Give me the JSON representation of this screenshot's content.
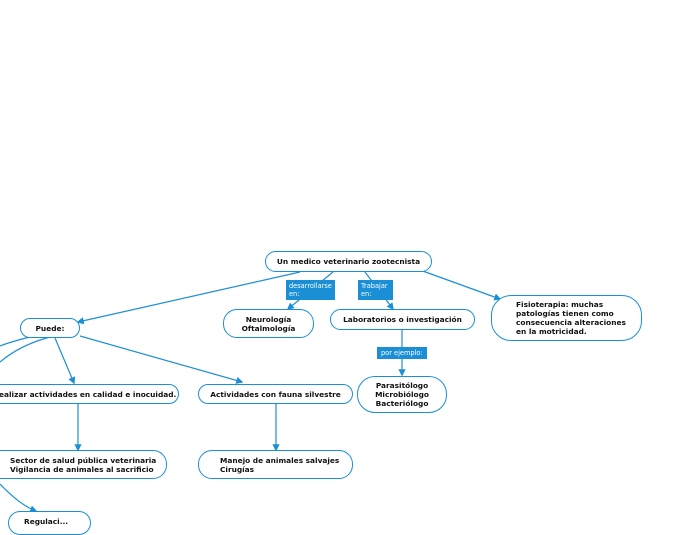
{
  "colors": {
    "accent": "#1b8fd6",
    "text": "#111111",
    "background": "#ffffff"
  },
  "nodes": {
    "root": "Un medico veterinario zootecnista",
    "puede": "Puede:",
    "neuro": "Neurología\nOftalmología",
    "labs": "Laboratorios o investigación",
    "fisio": "Fisioterapia: muchas\npatologías tienen como\nconsecuencia alteraciones\nen la motricidad.",
    "parasit": "Parasitólogo\nMicrobiólogo\nBacteriólogo",
    "calidad": "ealizar actividades en calidad e inocuidad.",
    "fauna": "Actividades con fauna silvestre",
    "salud": "Sector de salud pública veterinaria\nVigilancia de animales al sacrificio",
    "manejo": "Manejo de animales salvajes\nCirugías",
    "bottom": "Regulaci..."
  },
  "labels": {
    "desarrollarse": "desarrollarse\nen:",
    "trabajar": "Trabajar\nen:",
    "ejemplo": "por ejemplo:"
  }
}
